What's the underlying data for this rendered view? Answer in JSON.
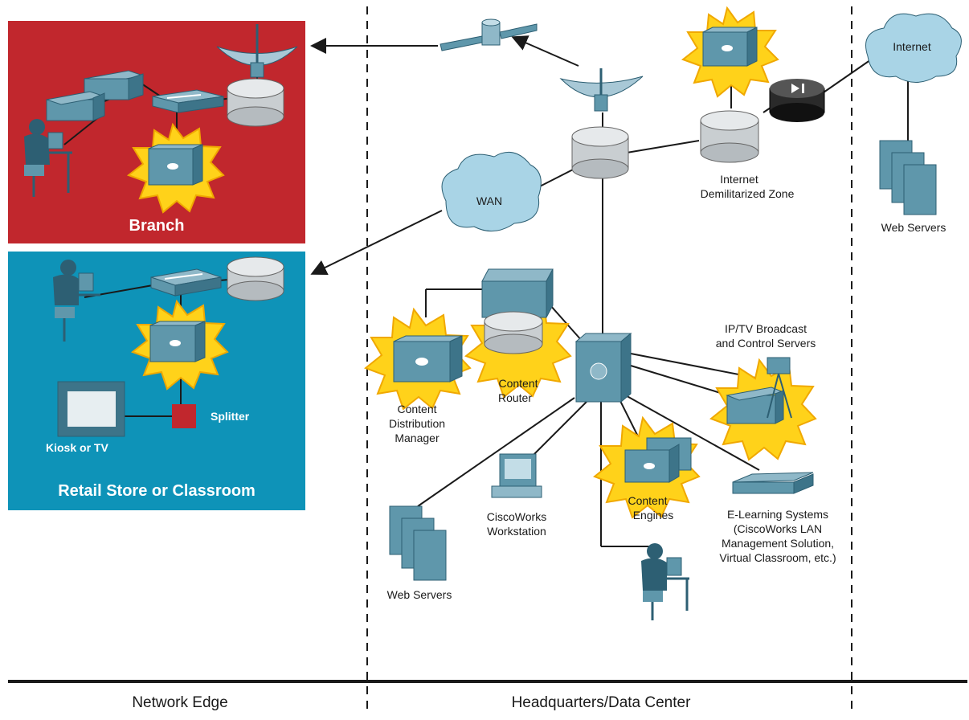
{
  "zones": {
    "network_edge": "Network Edge",
    "headquarters": "Headquarters/Data Center"
  },
  "sites": {
    "branch": {
      "label": "Branch",
      "color": "#c1272d"
    },
    "retail": {
      "label": "Retail Store or Classroom",
      "color": "#0e93b8",
      "kiosk_label": "Kiosk or TV",
      "splitter_label": "Splitter"
    }
  },
  "clouds": {
    "wan": "WAN",
    "internet": "Internet"
  },
  "labels": {
    "dmz_line1": "Internet",
    "dmz_line2": "Demilitarized Zone",
    "web_servers_right": "Web Servers",
    "iptv_line1": "IP/TV Broadcast",
    "iptv_line2": "and Control Servers",
    "content_router_line1": "Content",
    "content_router_line2": "Router",
    "cdm_line1": "Content",
    "cdm_line2": "Distribution",
    "cdm_line3": "Manager",
    "content_engines_line1": "Content",
    "content_engines_line2": "Engines",
    "ciscoworks_line1": "CiscoWorks",
    "ciscoworks_line2": "Workstation",
    "elearning_line1": "E-Learning Systems",
    "elearning_line2": "(CiscoWorks LAN",
    "elearning_line3": "Management Solution,",
    "elearning_line4": "Virtual Classroom, etc.)",
    "web_servers_bottom": "Web Servers"
  },
  "colors": {
    "device": "#5f97ab",
    "burst": "#ffd21a",
    "cloud": "#a9d4e6"
  }
}
